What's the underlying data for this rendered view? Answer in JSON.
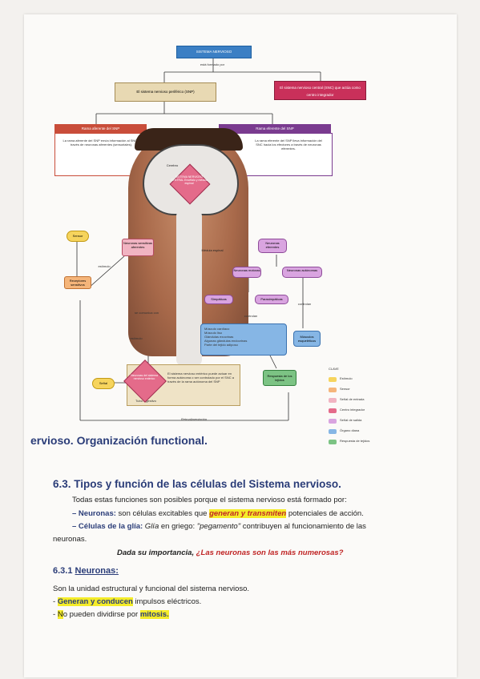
{
  "diagram": {
    "top_box": "SISTEMA NERVIOSO",
    "top_sub": "está formado por",
    "snp": "El sistema nervioso periférico (SNP)",
    "snc": "El sistema nervioso central (SNC) que actúa como centro integrador",
    "afferent_head": "Rama aferente del SNP",
    "afferent_text": "La rama aferente del SNP envía información al SNC a través de neuronas aferentes (sensoriales).",
    "efferent_head": "Rama eferente del SNP",
    "efferent_text": "La rama eferente del SNP lleva información del SNC hacia los efectores a través de neuronas eferentes.",
    "cerebro": "Cerebro",
    "cns_diamond": "SISTEMA NERVIOSO CENTRAL Encéfalo y médula espinal",
    "medula": "Médula espinal",
    "sensor": "Sensor",
    "aff_neurons": "Neuronas sensitivas aferentes",
    "receptors": "Receptores sensitivos",
    "estimulo": "estímulo",
    "eff_neurons": "Neuronas eferentes",
    "motor_neurons": "Neuronas motoras",
    "autonomic_neurons": "Neuronas autónomas",
    "sympathetic": "Simpáticas",
    "parasympathetic": "Parasimpáticas",
    "controlan": "controlan",
    "controlan2": "controlan",
    "targets": [
      "Músculo cardíaco",
      "Músculo liso",
      "Glándulas exocrinas",
      "Algunas glándulas endocrinas",
      "Parte del tejido adiposo"
    ],
    "skeletal": "Músculos esqueléticos",
    "tissue_response": "Respuesta de los tejidos",
    "senal": "Señal",
    "se_comunica": "se comunica con",
    "ens_diamond": "Neuronas del sistema nervioso entérico",
    "ens_text": "El sistema nervioso entérico puede actuar en forma autónoma o ser controlado por el SNC a través de la rama autónoma del SNP",
    "tubo": "Tubo digestivo",
    "retroalimentacion": "Retroalimentación",
    "legend_title": "CLAVE",
    "legend": [
      {
        "label": "Estímulo",
        "color": "#f6d45d"
      },
      {
        "label": "Sensor",
        "color": "#f5b57a"
      },
      {
        "label": "Señal de entrada",
        "color": "#f1b4c2"
      },
      {
        "label": "Centro integrador",
        "color": "#e46b8a"
      },
      {
        "label": "Señal de salida",
        "color": "#d9a4e0"
      },
      {
        "label": "Órgano diana",
        "color": "#86b6e5"
      },
      {
        "label": "Respuesta de tejidos",
        "color": "#7cc384"
      }
    ]
  },
  "caption": "ervioso. Organización functional.",
  "section_title": "6.3. Tipos y función de las células del Sistema nervioso.",
  "intro": "Todas estas funciones son posibles porque el sistema nervioso está formado por:",
  "neuronas_label": "– Neuronas:",
  "neuronas_text_a": " son células excitables que ",
  "neuronas_hl": "generan y transmiten",
  "neuronas_text_b": " potenciales de acción.",
  "glia_label": "– Células de la glía:",
  "glia_text_a": " Glía",
  "glia_text_b": " en griego: ",
  "glia_quote": "\"pegamento\"",
  "glia_text_c": " contribuyen al funcionamiento de las",
  "glia_text_d": "neuronas.",
  "question_a": "Dada su importancia, ",
  "question_b": "¿Las neuronas son las más numerosas?",
  "sub_num": "6.3.1 ",
  "sub_title": "Neuronas:",
  "def": "Son la unidad estructural y funcional del sistema nervioso.",
  "b1_dash": "- ",
  "b1_hl": "Generan y conducen",
  "b1_rest": " impulsos eléctricos.",
  "b2_dash": "- ",
  "b2_n": "N",
  "b2_rest": "o pueden dividirse por ",
  "b2_hl": "mitosis."
}
